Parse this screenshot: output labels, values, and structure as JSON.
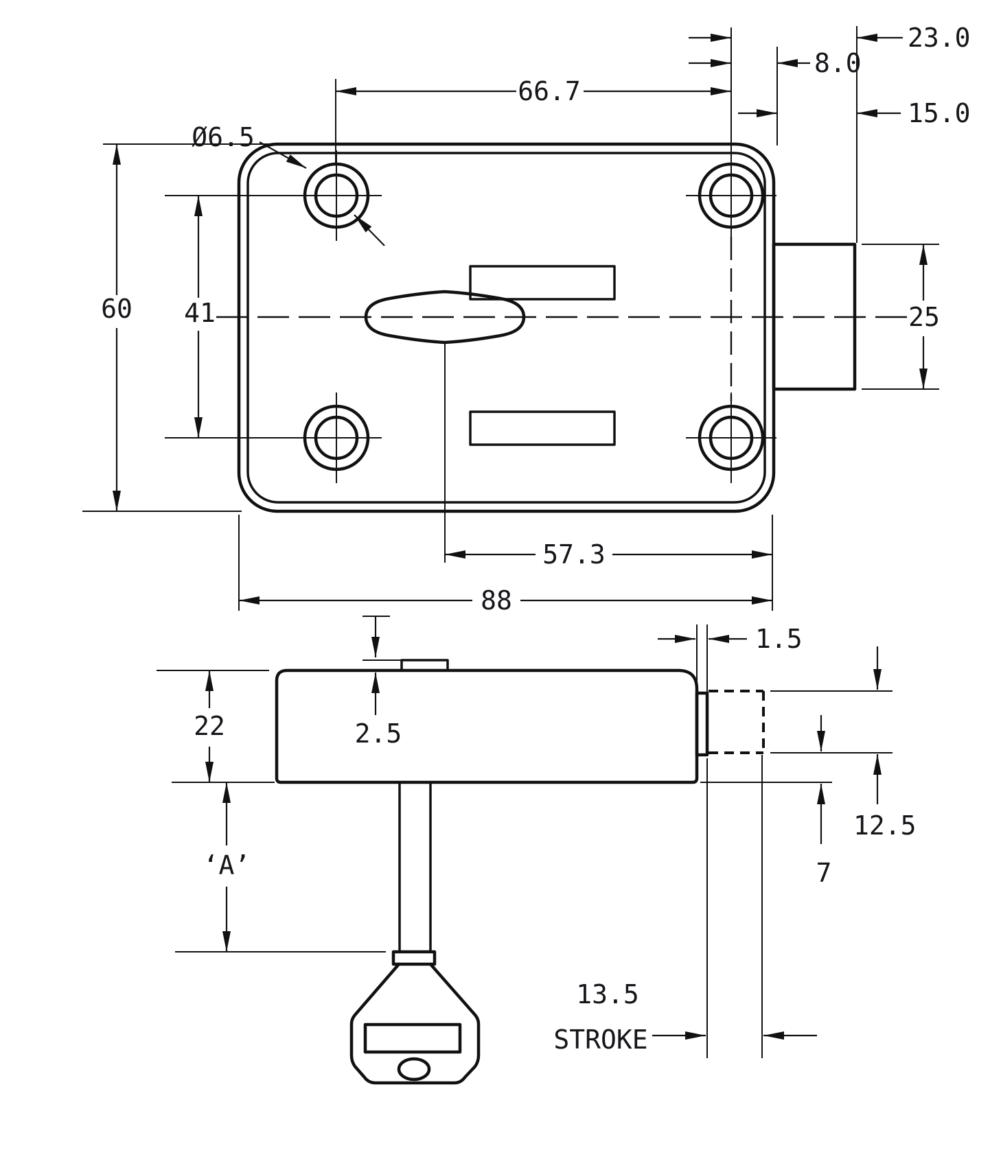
{
  "drawing": {
    "kind": "engineering dimension drawing - safe lock case, plan and side views",
    "background": "#ffffff",
    "line_color": "#111111",
    "top_view": {
      "dimensions": {
        "hole_diameter": "Ø6.5",
        "hole_spacing_horizontal": "66.7",
        "center_to_bolt_face": "23.0",
        "center_to_case_edge": "8.0",
        "case_edge_to_bolt_face": "15.0",
        "case_height": "60",
        "hole_spacing_vertical": "41",
        "bolt_width": "25",
        "spindle_to_case_edge": "57.3",
        "case_width": "88"
      }
    },
    "side_view": {
      "dimensions": {
        "case_depth": "22",
        "boss_height": "2.5",
        "bolt_retracted_protrusion": "1.5",
        "bolt_height": "12.5",
        "bolt_to_case_bottom": "7",
        "key_length_label": "‘A’",
        "stroke_value": "13.5",
        "stroke_label": "STROKE"
      }
    }
  }
}
